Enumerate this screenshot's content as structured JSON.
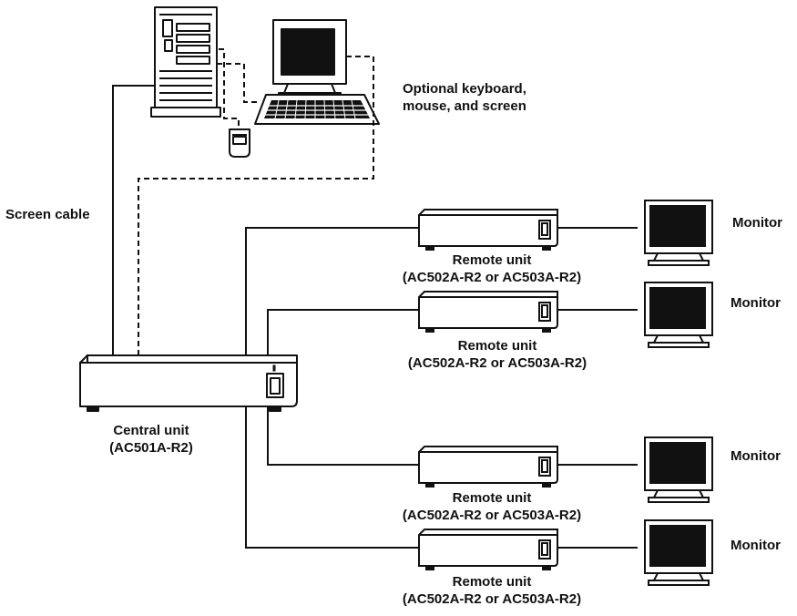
{
  "labels": {
    "optional_devices": [
      "Optional keyboard,",
      "mouse, and screen"
    ],
    "screen_cable": "Screen cable",
    "central_unit": {
      "name": "Central unit",
      "model": "(AC501A-R2)"
    },
    "remote_unit": {
      "name": "Remote unit",
      "model": "(AC502A-R2 or AC503A-R2)"
    },
    "monitor": "Monitor"
  },
  "remote_units": [
    {
      "name": "Remote unit",
      "model": "(AC502A-R2 or AC503A-R2)",
      "monitor": "Monitor"
    },
    {
      "name": "Remote unit",
      "model": "(AC502A-R2 or AC503A-R2)",
      "monitor": "Monitor"
    },
    {
      "name": "Remote unit",
      "model": "(AC502A-R2 or AC503A-R2)",
      "monitor": "Monitor"
    },
    {
      "name": "Remote unit",
      "model": "(AC502A-R2 or AC503A-R2)",
      "monitor": "Monitor"
    }
  ],
  "colors": {
    "line": "#111111",
    "screen": "#111111",
    "background": "#ffffff"
  }
}
